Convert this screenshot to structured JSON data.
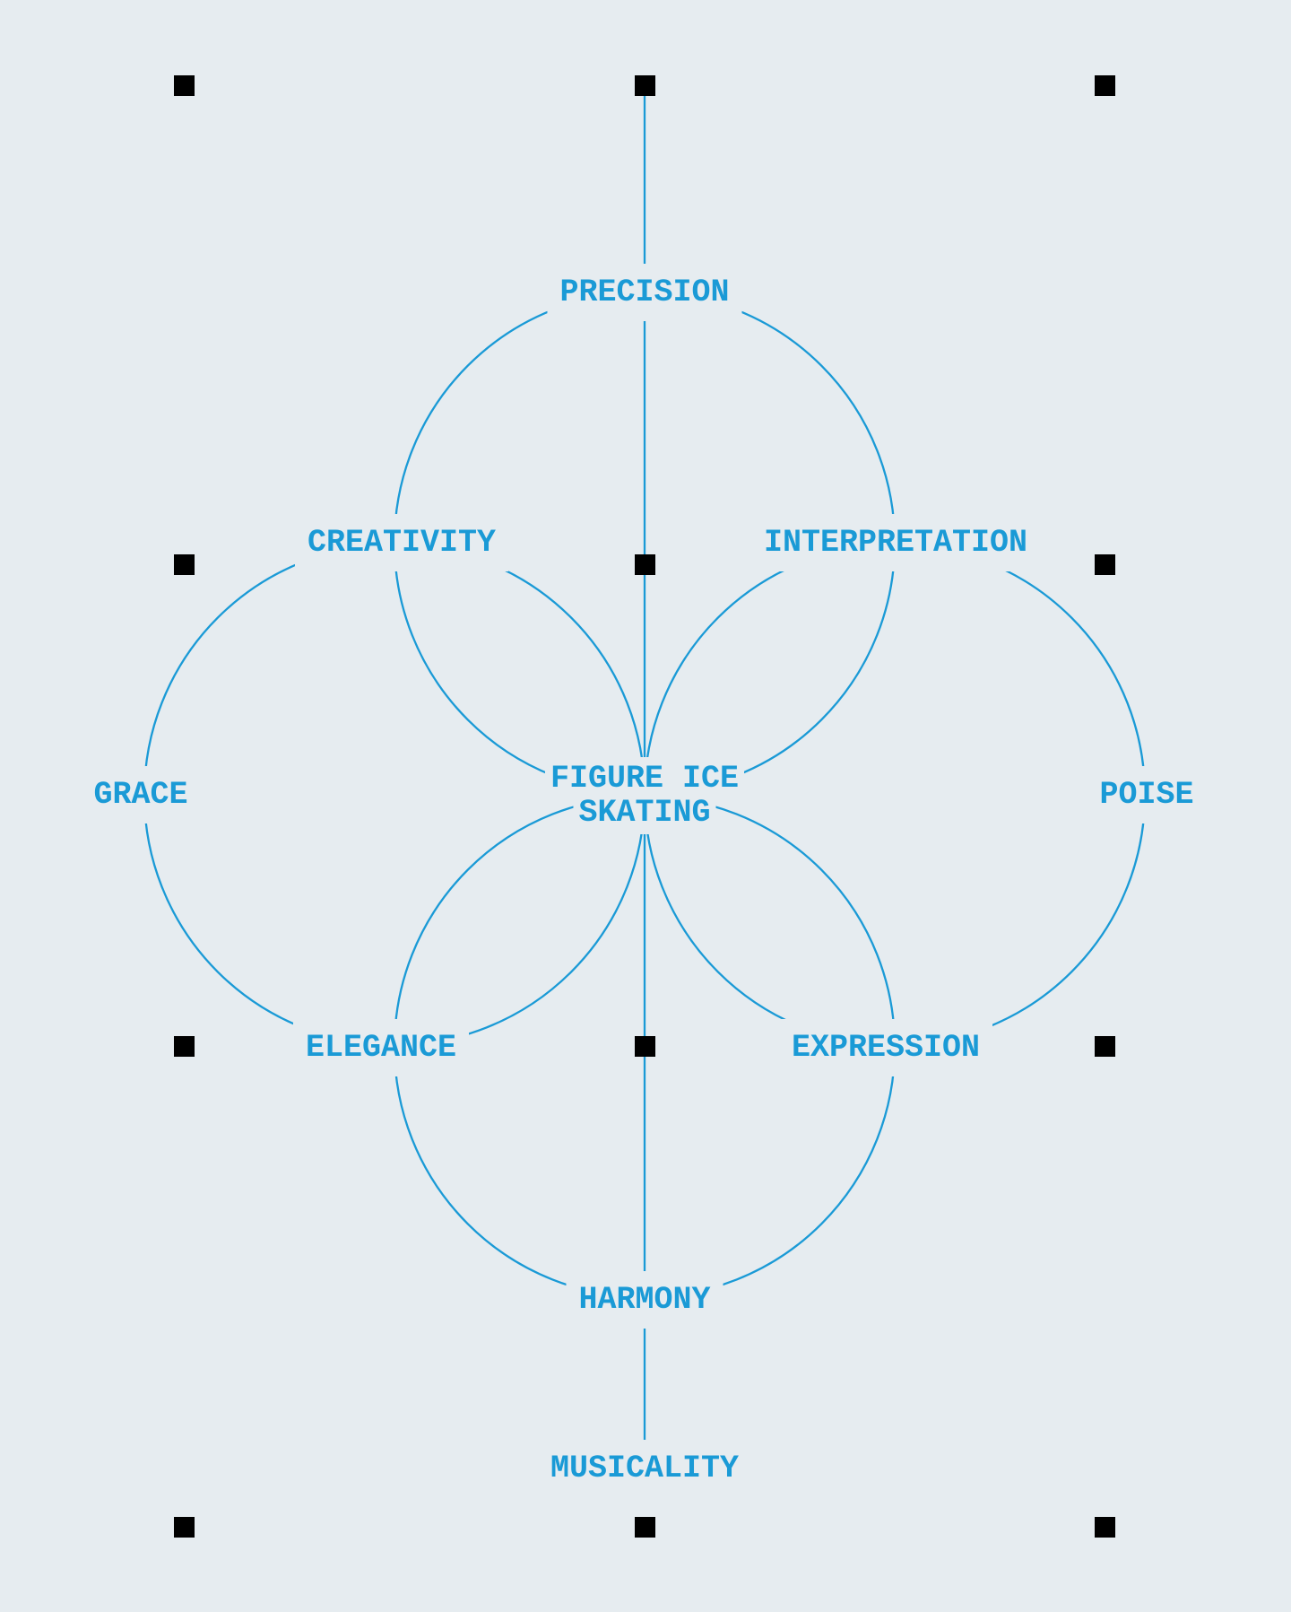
{
  "diagram": {
    "center": {
      "id": "center",
      "lines": [
        "FIGURE ICE",
        "SKATING"
      ]
    },
    "nodes": [
      {
        "id": "precision",
        "label": "PRECISION"
      },
      {
        "id": "creativity",
        "label": "CREATIVITY"
      },
      {
        "id": "interpretation",
        "label": "INTERPRETATION"
      },
      {
        "id": "grace",
        "label": "GRACE"
      },
      {
        "id": "poise",
        "label": "POISE"
      },
      {
        "id": "elegance",
        "label": "ELEGANCE"
      },
      {
        "id": "expression",
        "label": "EXPRESSION"
      },
      {
        "id": "harmony",
        "label": "HARMONY"
      },
      {
        "id": "musicality",
        "label": "MUSICALITY"
      }
    ],
    "colors": {
      "accent": "#1a9ad6",
      "background": "#e6ecf0",
      "handle": "#000000"
    }
  }
}
